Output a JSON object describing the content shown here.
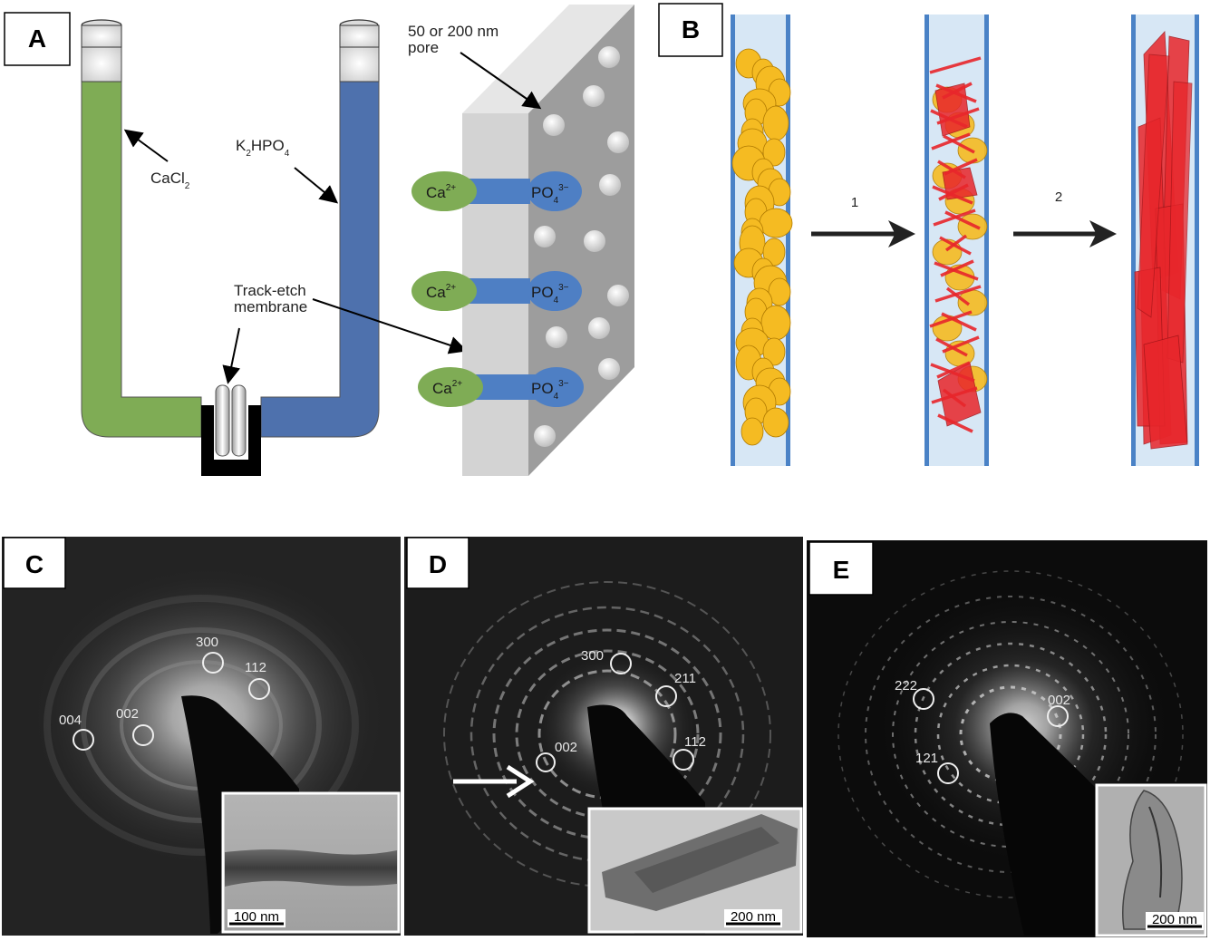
{
  "panels": {
    "A": {
      "label": "A",
      "left_solution": "CaCl",
      "left_solution_sub": "2",
      "right_solution_k": "K",
      "right_solution_k_sub": "2",
      "right_solution_hpo": "HPO",
      "right_solution_hpo_sub": "4",
      "membrane_label_line1": "Track-etch",
      "membrane_label_line2": "membrane",
      "pore_label_line1": "50 or 200 nm",
      "pore_label_line2": "pore",
      "ions": [
        {
          "cation": "Ca",
          "cation_charge": "2+",
          "anion": "PO",
          "anion_sub": "4",
          "anion_charge": "3−"
        },
        {
          "cation": "Ca",
          "cation_charge": "2+",
          "anion": "PO",
          "anion_sub": "4",
          "anion_charge": "3−"
        },
        {
          "cation": "Ca",
          "cation_charge": "2+",
          "anion": "PO",
          "anion_sub": "4",
          "anion_charge": "3−"
        }
      ]
    },
    "B": {
      "label": "B",
      "steps": [
        "1",
        "2"
      ]
    },
    "C": {
      "label": "C",
      "rings": [
        "300",
        "112",
        "004",
        "002"
      ],
      "scale_bar": "100 nm"
    },
    "D": {
      "label": "D",
      "rings": [
        "300",
        "211",
        "112",
        "002"
      ],
      "scale_bar": "200 nm"
    },
    "E": {
      "label": "E",
      "rings": [
        "222",
        "002",
        "121"
      ],
      "scale_bar": "200 nm"
    }
  },
  "colors": {
    "calcium_solution": "#7fac55",
    "phosphate_solution": "#4e71ad",
    "membrane": "#c8c8c8",
    "precursor_particles": "#f5bb22",
    "crystals": "#e8262b",
    "pore_wall": "#4a82c6",
    "pore_fill": "#d7e7f5"
  },
  "icons": [
    "arrow-icon"
  ]
}
